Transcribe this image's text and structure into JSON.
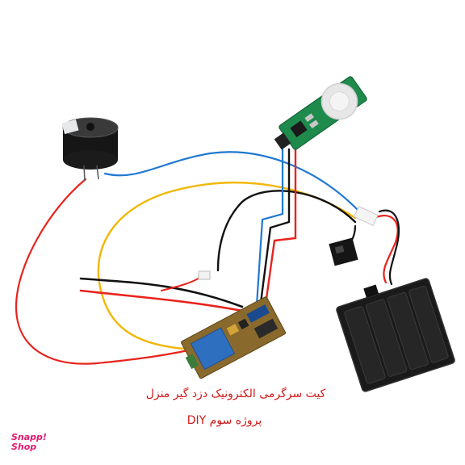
{
  "caption": {
    "line1": "کیت سرگرمی الکترونیک دزد گیر منزل",
    "line2": "پروژه سوم  DIY"
  },
  "logo": {
    "line1": "Snapp!",
    "line2": "Shop",
    "color": "#e0196e"
  },
  "colors": {
    "caption": "#d11a1a",
    "wire_red": "#e8231c",
    "wire_blue": "#1f78d1",
    "wire_yellow": "#f2b705",
    "wire_black": "#111111",
    "pir_board": "#1e8a4c",
    "relay_board": "#8a6a2c",
    "relay_body": "#2f6fc0"
  }
}
